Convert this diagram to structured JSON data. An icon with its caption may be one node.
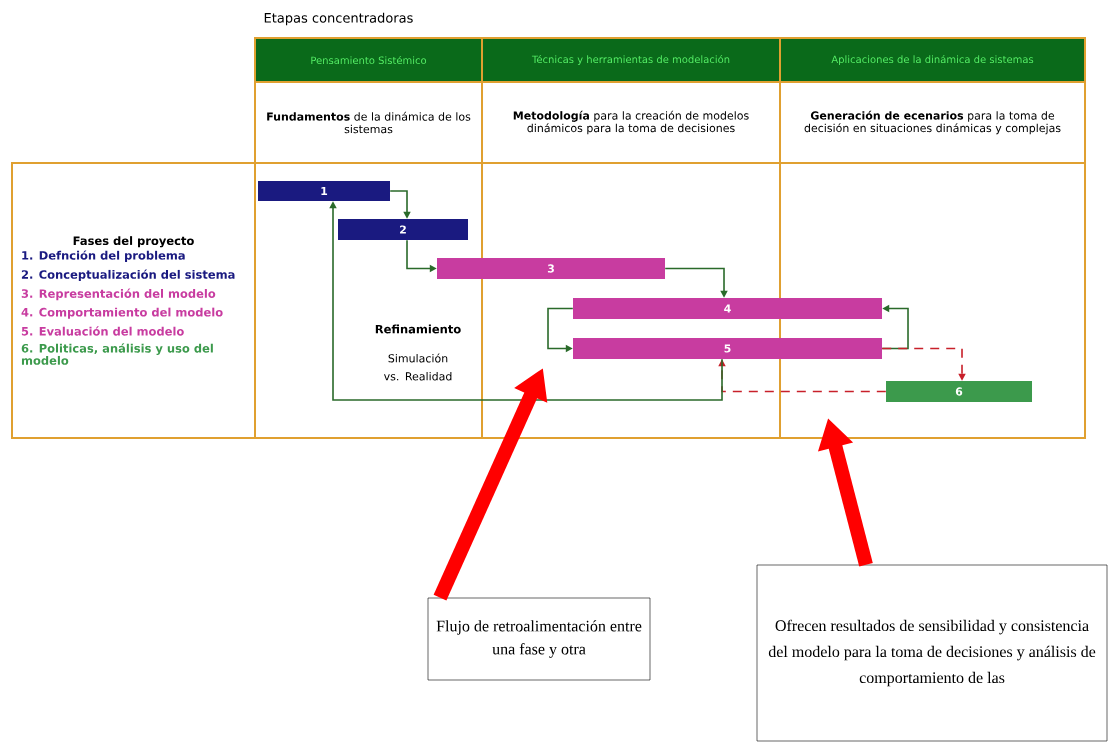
{
  "diagram": {
    "title": "Etapas concentradoras",
    "nodes": [
      {
        "text": [
          "Pensamiento Sistémico"
        ]
      },
      {
        "text": [
          "Técnicas y herramientas de modelación"
        ]
      },
      {
        "text": [
          "Aplicaciones de la dinámica de sistemas"
        ]
      },
      {
        "text": [
          "**Fundamentos** de la dinámica de los sistemas"
        ]
      },
      {
        "text": [
          "**Metodología** para la creación de modelos dinámicos para la toma de decisiones"
        ]
      },
      {
        "text": [
          "**Generación de ecenarios** para la toma de decisión en situaciones dinámicas y complejas"
        ]
      },
      {
        "text": [
          "Fases del proyecto",
          "1. Defnción del problema",
          "2. Conceptualización del sistema",
          "3. Representación del modelo",
          "4. Comportamiento del modelo",
          "5. Evaluación del modelo",
          "6. Politicas, análisis y uso del modelo"
        ]
      },
      {
        "text": [
          "1"
        ]
      },
      {
        "text": [
          "2"
        ]
      },
      {
        "text": [
          "3"
        ]
      },
      {
        "text": [
          "4"
        ]
      },
      {
        "text": [
          "5"
        ]
      },
      {
        "text": [
          "6"
        ]
      },
      {
        "text": [
          "Flujo de retroalimentación entre una fase y otra"
        ]
      },
      {
        "text": [
          "Ofrecen resultados de sensibilidad y consistencia del modelo para la toma de decisiones y análisis de comportamiento de las"
        ]
      }
    ],
    "edges": [
      {
        "from": 7,
        "to": 8,
        "arrow": "to"
      },
      {
        "from": 8,
        "to": 9,
        "arrow": "to"
      },
      {
        "from": 9,
        "to": 10,
        "arrow": "to"
      },
      {
        "from": 10,
        "to": 11,
        "arrow": "to"
      },
      {
        "from": 11,
        "to": 10,
        "arrow": "to"
      },
      {
        "from": 11,
        "to": 12,
        "arrow": "to",
        "style": "dashed",
        "color": "#c8202a"
      },
      {
        "from": 12,
        "to": 11,
        "arrow": "to",
        "style": "dashed",
        "color": "#c8202a"
      },
      {
        "from": 11,
        "to": 7,
        "arrow": "to"
      },
      {
        "from": 13,
        "to": null,
        "arrow": "to",
        "style": "thick",
        "color": "#ff0000"
      },
      {
        "from": 14,
        "to": null,
        "arrow": "to",
        "style": "thick",
        "color": "#ff0000"
      }
    ],
    "labels": [
      "Refinamiento",
      "Simulación vs. Realidad"
    ]
  }
}
